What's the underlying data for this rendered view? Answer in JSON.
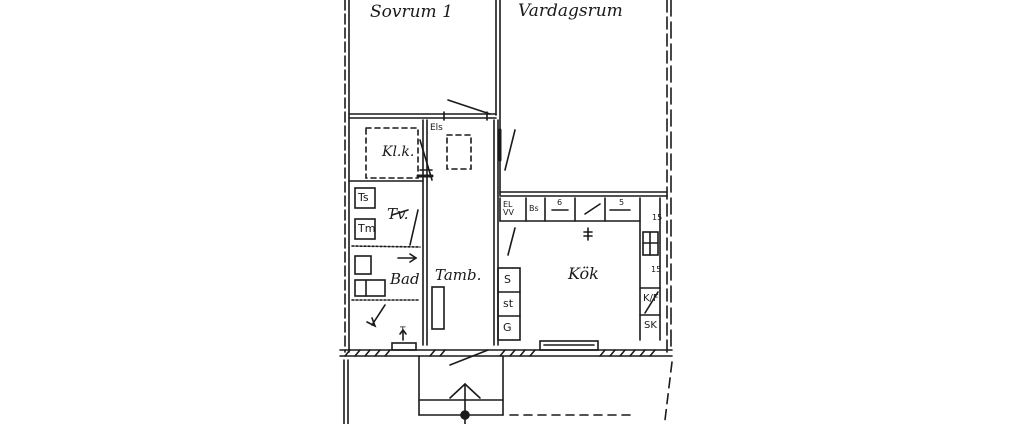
{
  "diagram": {
    "type": "floor-plan",
    "style": "hand-drawn black ink on white",
    "colors": {
      "ink": "#1a1a1a",
      "background": "#ffffff"
    },
    "rooms": [
      {
        "id": "sovrum1",
        "label": "Sovrum 1"
      },
      {
        "id": "vardagsrum",
        "label": "Vardagsrum"
      },
      {
        "id": "klk",
        "label": "Kl.k."
      },
      {
        "id": "tv",
        "label": "Tv."
      },
      {
        "id": "bad",
        "label": "Bad"
      },
      {
        "id": "tamb",
        "label": "Tamb."
      },
      {
        "id": "kok",
        "label": "Kök"
      }
    ],
    "fixtures": {
      "els": "Els",
      "ts": "Ts",
      "tm": "Tm",
      "el_vv": "EL VV",
      "bs": "Bs",
      "six_a": "6",
      "five": "5",
      "fifteen_a": "15",
      "fifteen_b": "15",
      "s": "S",
      "st": "st",
      "g": "G",
      "kf": "K/F",
      "sk": "SK",
      "t": "T"
    }
  }
}
